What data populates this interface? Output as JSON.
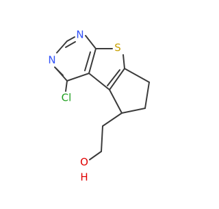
{
  "molecule": {
    "atoms": {
      "n_top": {
        "label": "N",
        "color": "#3050f8"
      },
      "n_left": {
        "label": "N",
        "color": "#3050f8"
      },
      "sulfur": {
        "label": "S",
        "color": "#c8a000"
      },
      "chlorine": {
        "label": "Cl",
        "color": "#1fa01f"
      },
      "oxygen": {
        "label": "O",
        "color": "#e00000"
      },
      "hydrogen": {
        "label": "H",
        "color": "#e00000"
      }
    },
    "bond_color": "#3a3a3a"
  }
}
